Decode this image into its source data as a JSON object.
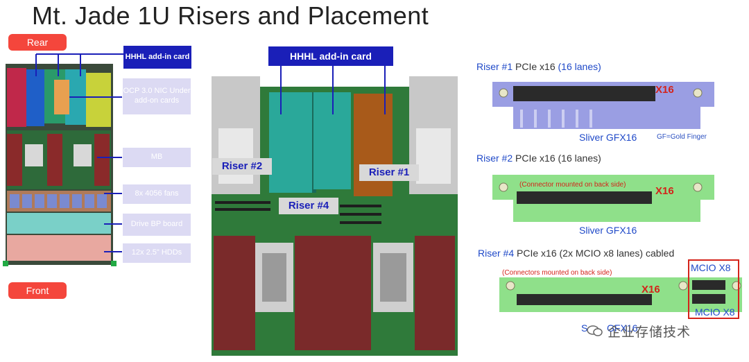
{
  "title": "Mt. Jade 1U Risers and Placement",
  "left_panel": {
    "rear_label": "Rear",
    "front_label": "Front",
    "callouts": {
      "hhhl": "HHHL add-in card",
      "ocp": "OCP 3.0 NIC Under add-on cards",
      "mb": "MB",
      "fans": "8x 4056 fans",
      "drive_bp": "Drive BP board",
      "hdds": "12x 2.5\" HDDs"
    }
  },
  "center_panel": {
    "hhhl_label": "HHHL add-in card",
    "riser2": "Riser #2",
    "riser1": "Riser #1",
    "riser4": "Riser #4"
  },
  "right_panel": {
    "riser1": {
      "name": "Riser #1",
      "spec": " PCIe x16 ",
      "lanes": "(16 lanes)",
      "x16": "X16",
      "finger": "Sliver GFX16",
      "note": "GF=Gold Finger"
    },
    "riser2": {
      "name": "Riser #2",
      "spec": " PCIe x16 (16 lanes)",
      "note": "(Connector mounted on back side)",
      "x16": "X16",
      "finger": "Sliver GFX16"
    },
    "riser4": {
      "name": "Riser #4",
      "spec": " PCIe x16 (2x MCIO x8 lanes) cabled",
      "note": "(Connectors mounted on back side)",
      "x16": "X16",
      "mcio_top": "MCIO X8",
      "mcio_bottom": "MCIO X8",
      "finger_partial": "S",
      "finger_tail": "GFX16"
    }
  },
  "watermark": "企业存储技术",
  "colors": {
    "accent_red": "#f4463c",
    "navy": "#1a1fb8",
    "lavender": "#dcdaf3",
    "pcb_green": "#8fe08a",
    "riser_blue": "#9a9ee3"
  }
}
